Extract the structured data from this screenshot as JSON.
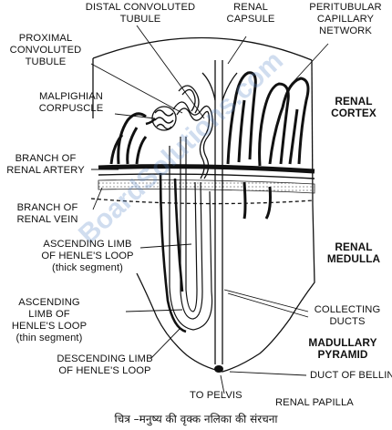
{
  "labels": {
    "distal_convoluted_tubule": [
      "DISTAL CONVOLUTED",
      "TUBULE"
    ],
    "renal_capsule": [
      "RENAL",
      "CAPSULE"
    ],
    "peritubular_network": [
      "PERITUBULAR",
      "CAPILLARY",
      "NETWORK"
    ],
    "proximal_convoluted_tubule": [
      "PROXIMAL",
      "CONVOLUTED",
      "TUBULE"
    ],
    "malpighian_corpuscle": [
      "MALPIGHIAN",
      "CORPUSCLE"
    ],
    "renal_cortex": [
      "RENAL",
      "CORTEX"
    ],
    "branch_renal_artery": [
      "BRANCH OF",
      "RENAL ARTERY"
    ],
    "branch_renal_vein": [
      "BRANCH OF",
      "RENAL VEIN"
    ],
    "ascending_thick": [
      "ASCENDING LIMB",
      "OF HENLE'S LOOP",
      "(thick segment)"
    ],
    "renal_medulla": [
      "RENAL",
      "MEDULLA"
    ],
    "ascending_thin": [
      "ASCENDING",
      "LIMB OF",
      "HENLE'S LOOP",
      "(thin segment)"
    ],
    "collecting_ducts": [
      "COLLECTING",
      "DUCTS"
    ],
    "medullary_pyramid": [
      "MADULLARY",
      "PYRAMID"
    ],
    "descending_limb": [
      "DESCENDING LIMB",
      "OF HENLE'S LOOP"
    ],
    "duct_of_bellini": "DUCT OF BELLINI",
    "to_pelvis": "TO PELVIS",
    "renal_papilla": "RENAL PAPILLA"
  },
  "caption": "चित्र –मनुष्य की वृक्क नलिका की संरचना",
  "watermark": "BoardSolutions.com"
}
